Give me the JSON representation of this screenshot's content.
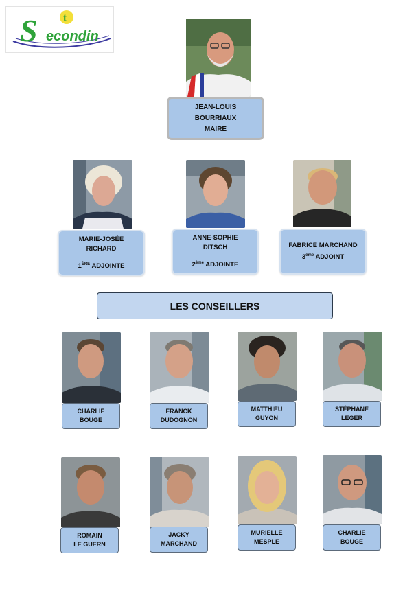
{
  "logo": {
    "prefix": "S",
    "superscript": "t",
    "text": "econdin"
  },
  "mayor": {
    "first": "JEAN-LOUIS",
    "last": "BOURRIAUX",
    "role": "MAIRE"
  },
  "deputies": [
    {
      "first": "MARIE-JOSÉE",
      "last": "RICHARD",
      "ord": "1",
      "ord_sup": "ÈRE",
      "role": " ADJOINTE"
    },
    {
      "first": "ANNE-SOPHIE",
      "last": "DITSCH",
      "ord": "2",
      "ord_sup": "ème",
      "role": " ADJOINTE"
    },
    {
      "first": "FABRICE MARCHAND",
      "last": "",
      "ord": "3",
      "ord_sup": "ème",
      "role": " ADJOINT"
    }
  ],
  "councillors_title": "LES CONSEILLERS",
  "councillors": [
    {
      "first": "CHARLIE",
      "last": "BOUGE"
    },
    {
      "first": "FRANCK",
      "last": "DUDOGNON"
    },
    {
      "first": "MATTHIEU",
      "last": "GUYON"
    },
    {
      "first": "STÉPHANE",
      "last": "LEGER"
    },
    {
      "first": "ROMAIN",
      "last": "LE GUERN"
    },
    {
      "first": "JACKY",
      "last": "MARCHAND"
    },
    {
      "first": "MURIELLE",
      "last": "MESPLE"
    },
    {
      "first": "CHARLIE",
      "last": "BOUGE"
    }
  ]
}
